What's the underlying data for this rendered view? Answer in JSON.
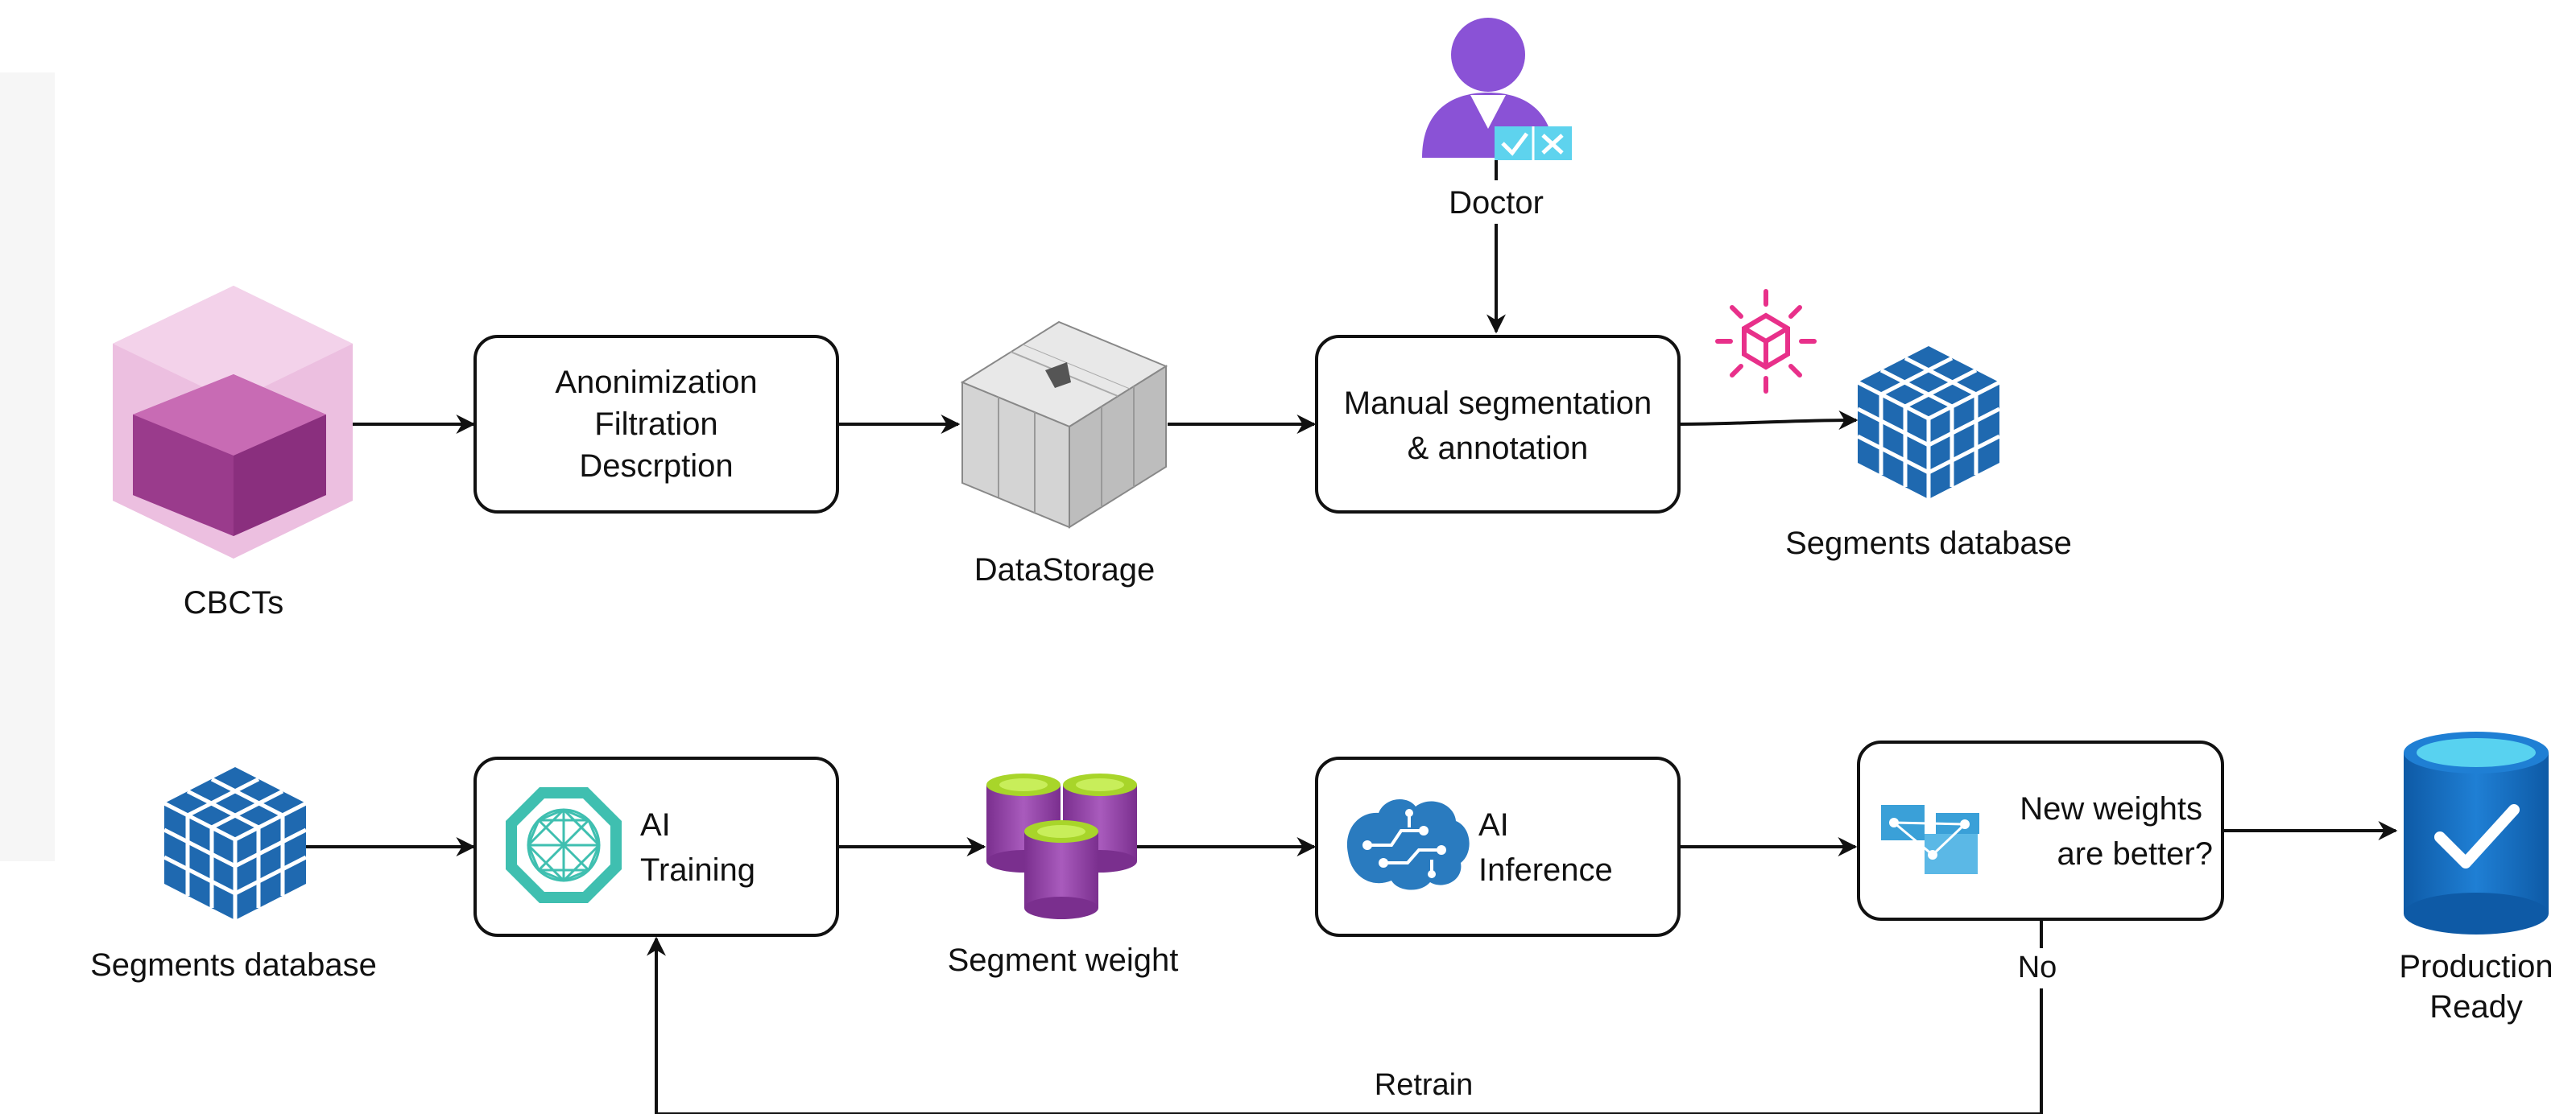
{
  "nodes": {
    "cbct": {
      "label": "CBCTs"
    },
    "preprocess": {
      "lines": [
        "Anonimization",
        "Filtration",
        "Descrption"
      ]
    },
    "datastorage": {
      "label": "DataStorage"
    },
    "doctor": {
      "label": "Doctor"
    },
    "manual_seg": {
      "lines": [
        "Manual segmentation",
        "& annotation"
      ]
    },
    "segments_db_top": {
      "label": "Segments database"
    },
    "segments_db_bottom": {
      "label": "Segments database"
    },
    "ai_training": {
      "lines": [
        "AI",
        "Training"
      ]
    },
    "segment_weight": {
      "label": "Segment weight"
    },
    "ai_inference": {
      "lines": [
        "AI",
        "Inference"
      ]
    },
    "decision": {
      "lines": [
        "New weights",
        "are better?"
      ]
    },
    "production": {
      "lines": [
        "Production",
        "Ready"
      ]
    }
  },
  "edges": {
    "no_label": "No",
    "retrain_label": "Retrain"
  },
  "icons": {
    "cbct": "pink-cube-icon",
    "datastorage": "storage-array-icon",
    "doctor": "doctor-approval-icon",
    "sparkle_cube": "sparkle-cube-icon",
    "segments_db": "blue-cube-grid-icon",
    "ai_training": "octagon-network-icon",
    "segment_weight": "purple-cylinders-icon",
    "ai_inference": "brain-circuit-icon",
    "decision": "pipeline-nodes-icon",
    "production": "check-cylinder-icon"
  },
  "colors": {
    "pink": "#d070b8",
    "purple": "#8a3d9c",
    "blue": "#2a6fb5",
    "teal": "#2bb5a8",
    "cyan": "#4fc7e8",
    "doctor": "#8a52d6"
  }
}
